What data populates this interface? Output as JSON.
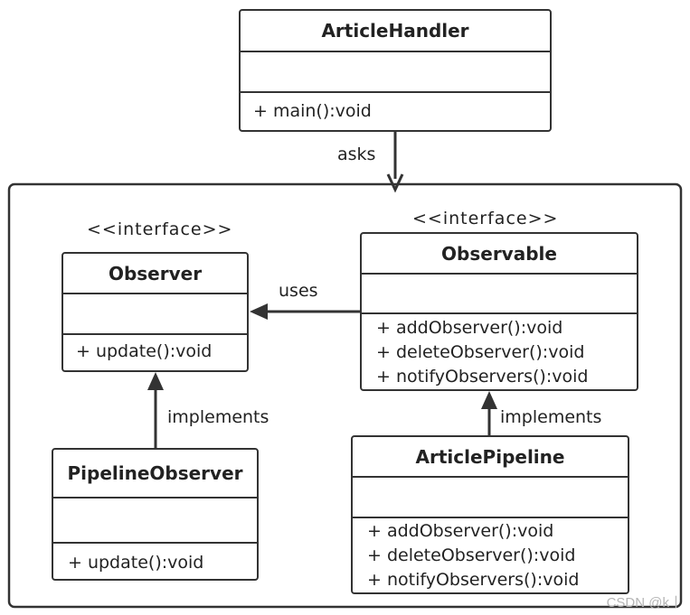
{
  "classes": {
    "article_handler": {
      "name": "ArticleHandler",
      "operations": [
        "+ main():void"
      ]
    },
    "observer": {
      "stereotype": "<<interface>>",
      "name": "Observer",
      "operations": [
        "+ update():void"
      ]
    },
    "observable": {
      "stereotype": "<<interface>>",
      "name": "Observable",
      "operations": [
        "+ addObserver():void",
        "+ deleteObserver():void",
        "+ notifyObservers():void"
      ]
    },
    "pipeline_observer": {
      "name": "PipelineObserver",
      "operations": [
        "+ update():void"
      ]
    },
    "article_pipeline": {
      "name": "ArticlePipeline",
      "operations": [
        "+ addObserver():void",
        "+ deleteObserver():void",
        "+ notifyObservers():void"
      ]
    }
  },
  "relations": {
    "asks": "asks",
    "uses": "uses",
    "observer_impl": "implements",
    "observable_impl": "implements"
  },
  "watermark": "CSDN @k丨"
}
